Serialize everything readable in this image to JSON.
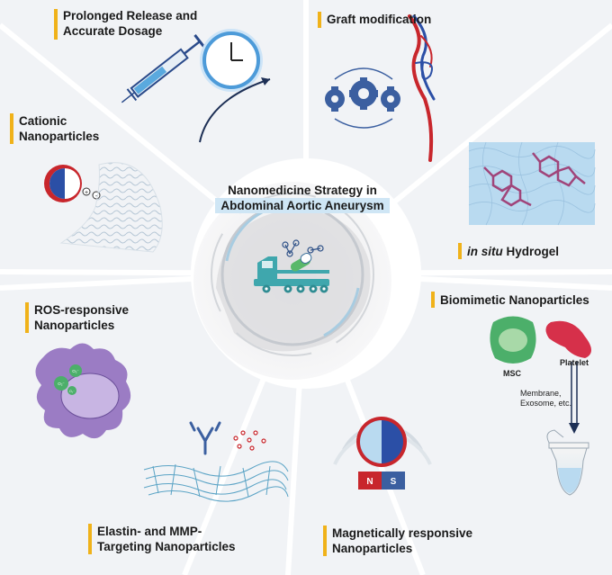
{
  "title": {
    "line1": "Nanomedicine Strategy in",
    "line2": "Abdominal Aortic Aneurysm"
  },
  "panels": {
    "prolonged_release": {
      "line1": "Prolonged Release and",
      "line2": "Accurate Dosage"
    },
    "graft_modification": {
      "line1": "Graft modification"
    },
    "cationic": {
      "line1": "Cationic",
      "line2": "Nanoparticles"
    },
    "hydrogel": {
      "italic": "in situ",
      "rest": " Hydrogel"
    },
    "ros": {
      "line1": "ROS-responsive",
      "line2": "Nanoparticles"
    },
    "biomimetic": {
      "line1": "Biomimetic Nanoparticles"
    },
    "elastin": {
      "line1": "Elastin- and MMP-",
      "line2": "Targeting Nanoparticles"
    },
    "magnetic": {
      "line1": "Magnetically responsive",
      "line2": "Nanoparticles"
    }
  },
  "annotations": {
    "plus": "+",
    "minus": "-",
    "o2_a": "O₂⁻",
    "o2_b": "O₂⁻",
    "o2_c": "O₂⁻",
    "msc": "MSC",
    "platelet": "Platelet",
    "membrane_line1": "Membrane,",
    "membrane_line2": "Exosome, etc.",
    "magnet_n": "N",
    "magnet_s": "S"
  },
  "colors": {
    "panel_bg": "#f1f3f6",
    "separator": "#ffffff",
    "accent_bar": "#f0b21a",
    "title_highlight": "#cfe6f5",
    "truck": "#3fa7ad",
    "cell_purple": "#9b7cc4",
    "hydrogel_molecule": "#a0457a",
    "vessel_red": "#c8262c",
    "vessel_blue": "#2b4fa6"
  },
  "icons": [
    "syringe-icon",
    "clock-icon",
    "gears-icon",
    "vessel-icon",
    "nanoparticle-icon",
    "tissue-icon",
    "hydrogel-icon",
    "cell-icon",
    "antibody-icon",
    "magnet-icon",
    "msc-icon",
    "platelet-icon",
    "tube-icon",
    "truck-icon"
  ]
}
